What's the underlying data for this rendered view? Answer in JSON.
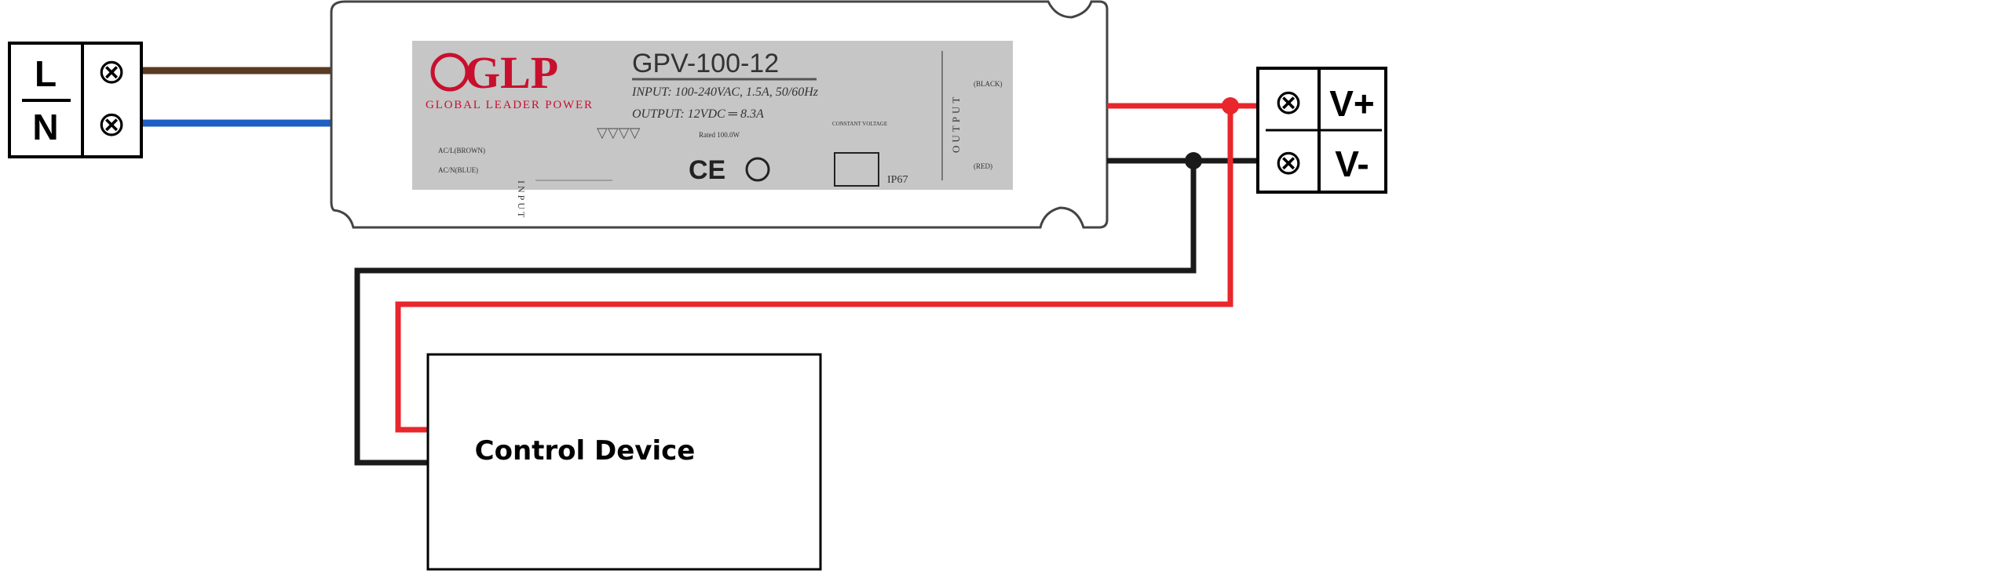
{
  "input_terminal": {
    "line": "L",
    "neutral": "N",
    "screw_symbol": "⊗"
  },
  "output_terminal": {
    "positive": "V+",
    "negative": "V-",
    "screw_symbol": "⊗"
  },
  "power_supply": {
    "brand": "GLP",
    "brand_full": "GLOBAL LEADER POWER",
    "model": "GPV-100-12",
    "input_spec": "INPUT: 100-240VAC, 1.5A, 50/60Hz",
    "output_spec": "OUTPUT: 12VDC ═ 8.3A",
    "rated": "Rated 100.0W",
    "constant_voltage": "CONSTANT VOLTAGE",
    "input_label": "INPUT",
    "output_label": "OUTPUT",
    "ac_l": "AC/L(BROWN)",
    "ac_n": "AC/N(BLUE)",
    "out_black": "(BLACK)",
    "out_red": "(RED)",
    "ip_rating": "IP67",
    "ce_mark": "CE"
  },
  "control_device": {
    "label": "Control Device"
  },
  "colors": {
    "brown": "#5a3a22",
    "blue": "#1f5fc4",
    "red": "#e8262b",
    "black": "#1a1a1a",
    "label_bg": "#c6c6c6",
    "brand_red": "#c8102e"
  }
}
